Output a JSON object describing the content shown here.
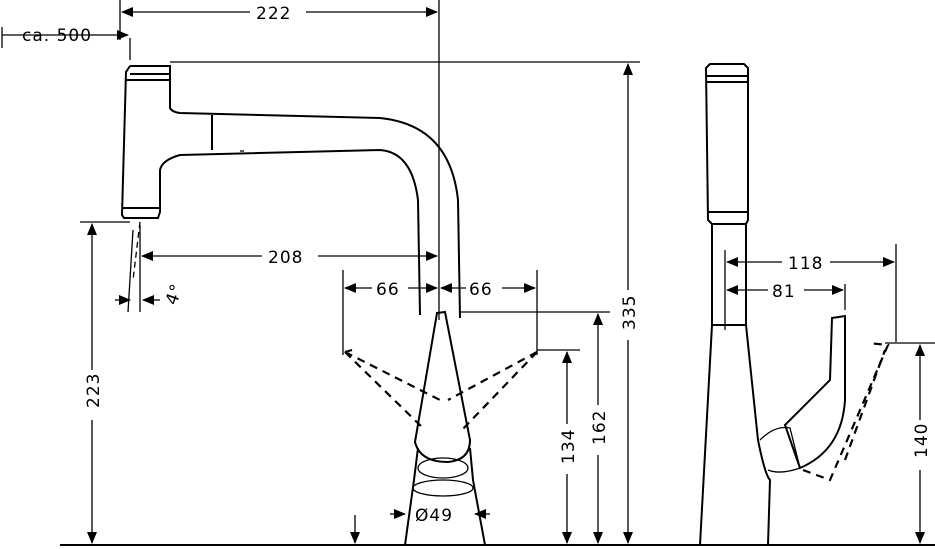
{
  "dimensions": {
    "d222": "222",
    "ca500": "ca. 500",
    "d208": "208",
    "d66_left": "66",
    "d66_right": "66",
    "angle": "4°",
    "d223": "223",
    "d335": "335",
    "d162": "162",
    "d134": "134",
    "d49": "Ø49",
    "d118": "118",
    "d81": "81",
    "d140": "140"
  }
}
